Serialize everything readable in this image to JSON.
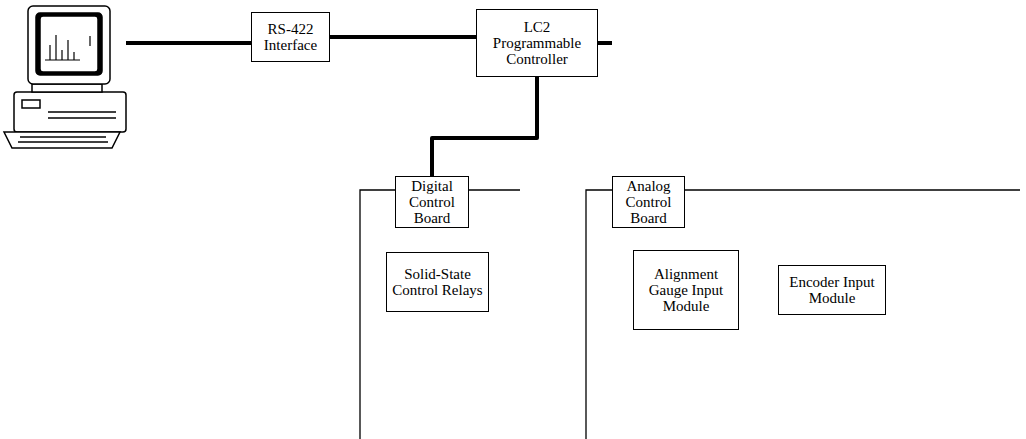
{
  "diagram": {
    "nodes": [
      {
        "text": [
          "RS-422 Interface"
        ]
      },
      {
        "text": [
          "LC2 Programmable Controller"
        ]
      },
      {
        "text": [
          "Digital Control Board"
        ]
      },
      {
        "text": [
          "Analog Control Board"
        ]
      },
      {
        "text": [
          "Solid-State Control Relays"
        ]
      },
      {
        "text": [
          "Alignment Gauge Input Module"
        ]
      },
      {
        "text": [
          "Encoder Input Module"
        ]
      }
    ],
    "edges": [
      {
        "from": 0,
        "to": 1,
        "arrow": "none"
      },
      {
        "from": 1,
        "to": 2,
        "arrow": "none"
      },
      {
        "from": 1,
        "to": 3,
        "arrow": "none"
      }
    ]
  }
}
